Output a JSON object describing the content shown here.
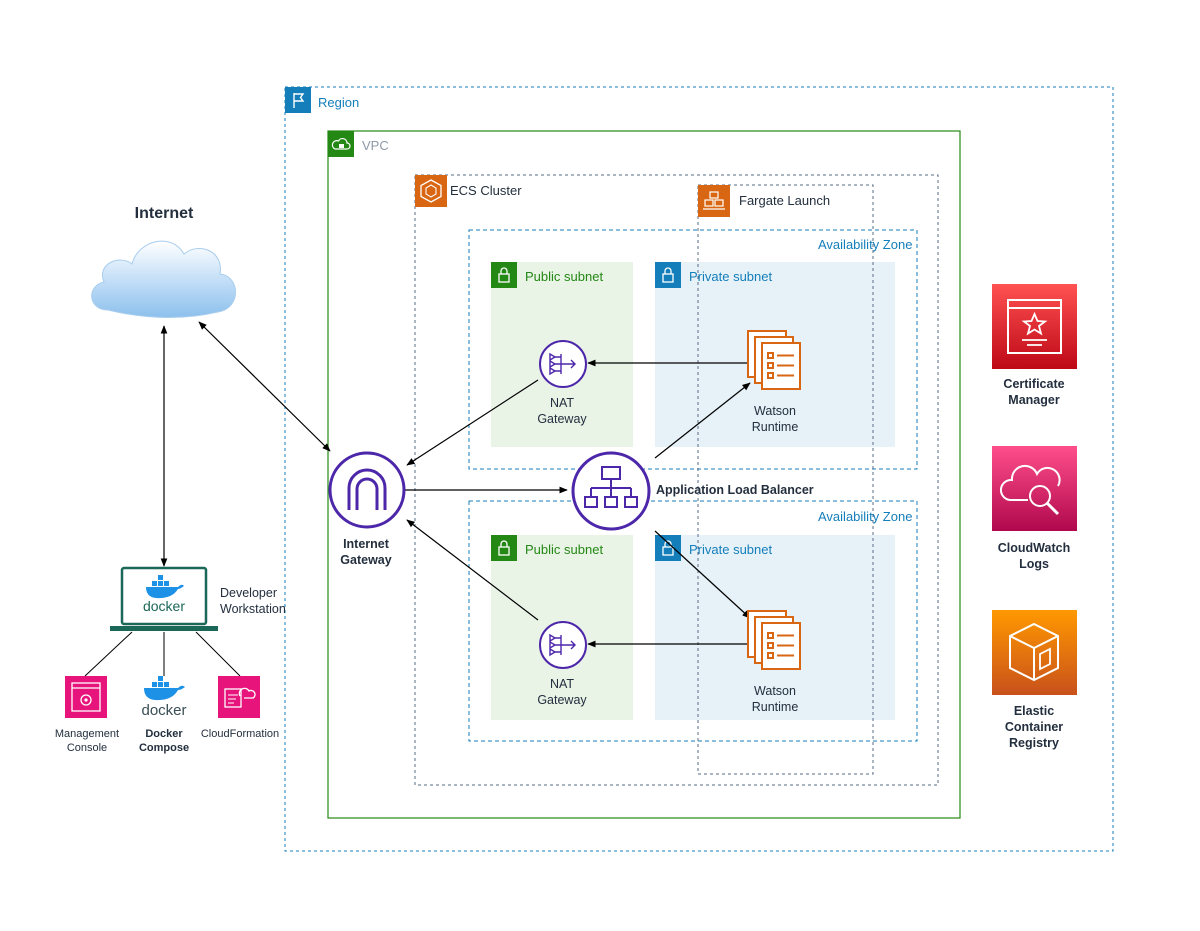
{
  "internet": {
    "title": "Internet"
  },
  "workstation": {
    "label": "Developer\nWorkstation",
    "screen_text": "docker"
  },
  "tools": [
    {
      "label": "Management\nConsole",
      "icon": "management-console-icon"
    },
    {
      "label": "Docker\nCompose",
      "icon": "docker-compose-icon",
      "logo_text": "docker"
    },
    {
      "label": "CloudFormation",
      "icon": "cloudformation-icon"
    }
  ],
  "groups": {
    "region": "Region",
    "vpc": "VPC",
    "ecs_cluster": "ECS Cluster",
    "fargate": "Fargate Launch",
    "az1": "Availability Zone",
    "az2": "Availability Zone",
    "public_subnet_1": "Public subnet",
    "private_subnet_1": "Private subnet",
    "public_subnet_2": "Public subnet",
    "private_subnet_2": "Private subnet"
  },
  "nodes": {
    "internet_gateway": "Internet\nGateway",
    "nat_1": "NAT\nGateway",
    "nat_2": "NAT\nGateway",
    "watson_1": "Watson\nRuntime",
    "watson_2": "Watson\nRuntime",
    "alb": "Application Load Balancer"
  },
  "services": [
    {
      "label": "Certificate\nManager",
      "icon": "certificate-manager-icon"
    },
    {
      "label": "CloudWatch\nLogs",
      "icon": "cloudwatch-logs-icon"
    },
    {
      "label": "Elastic\nContainer\nRegistry",
      "icon": "elastic-container-registry-icon"
    }
  ],
  "colors": {
    "region": "#147eba",
    "vpc": "#248814",
    "ecs": "#d86613",
    "purple": "#4d27aa",
    "public_fill": "#e9f3e6",
    "private_fill": "#e6f2f8",
    "red_service": "#dd344c",
    "pink_service": "#e7157b",
    "orange_service": "#ed7100"
  }
}
